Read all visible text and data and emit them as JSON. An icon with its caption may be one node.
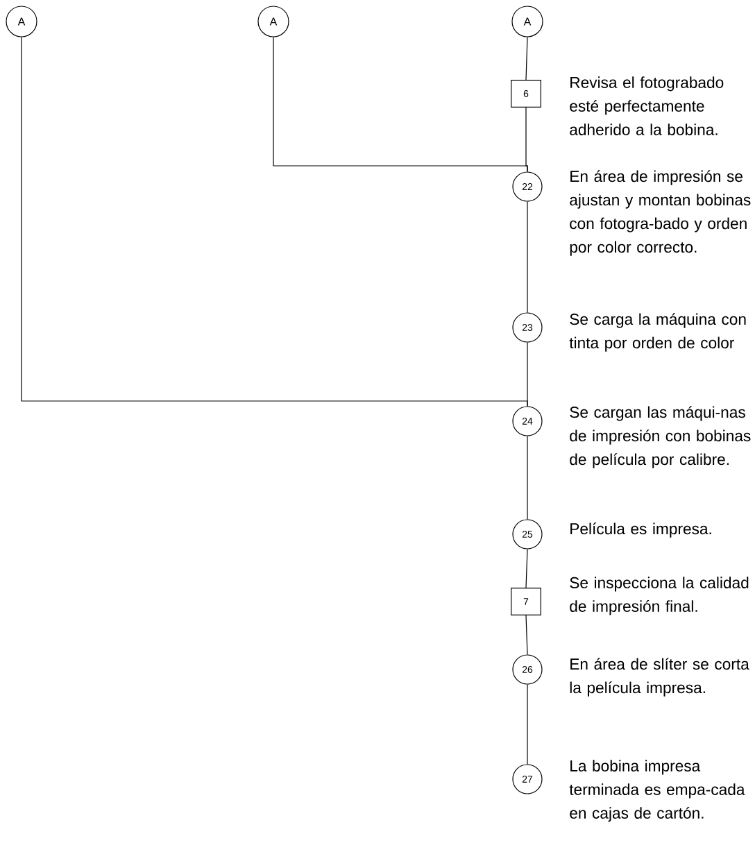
{
  "diagram": {
    "nodes": [
      {
        "text": [
          "A"
        ]
      },
      {
        "text": [
          "A"
        ]
      },
      {
        "text": [
          "A"
        ]
      },
      {
        "text": [
          "6"
        ],
        "beside": [
          "Revisa el fotograbado esté perfectamente adherido a la bobina."
        ]
      },
      {
        "text": [
          "22"
        ],
        "beside": [
          "En área de impresión se ajustan y montan bobinas con fotogra-bado y orden por color correcto."
        ]
      },
      {
        "text": [
          "23"
        ],
        "beside": [
          "Se carga la máquina con tinta por orden de color"
        ]
      },
      {
        "text": [
          "24"
        ],
        "beside": [
          "Se cargan las máqui-nas de impresión con bobinas de película por calibre."
        ]
      },
      {
        "text": [
          "25"
        ],
        "beside": [
          "Película es impresa."
        ]
      },
      {
        "text": [
          "7"
        ],
        "beside": [
          "Se inspecciona la calidad de impresión final."
        ]
      },
      {
        "text": [
          "26"
        ],
        "beside": [
          "En área de slíter se corta la película impresa."
        ]
      },
      {
        "text": [
          "27"
        ],
        "beside": [
          "La bobina impresa terminada es empa-cada en cajas de cartón."
        ]
      }
    ],
    "edges": [
      {
        "from": 0,
        "to": 6,
        "arrow": "none"
      },
      {
        "from": 1,
        "to": 4,
        "arrow": "none"
      },
      {
        "from": 2,
        "to": 3,
        "arrow": "none"
      },
      {
        "from": 3,
        "to": 4,
        "arrow": "none"
      },
      {
        "from": 4,
        "to": 5,
        "arrow": "none"
      },
      {
        "from": 5,
        "to": 6,
        "arrow": "none"
      },
      {
        "from": 6,
        "to": 7,
        "arrow": "none"
      },
      {
        "from": 7,
        "to": 8,
        "arrow": "none"
      },
      {
        "from": 8,
        "to": 9,
        "arrow": "none"
      },
      {
        "from": 9,
        "to": 10,
        "arrow": "none"
      }
    ]
  }
}
